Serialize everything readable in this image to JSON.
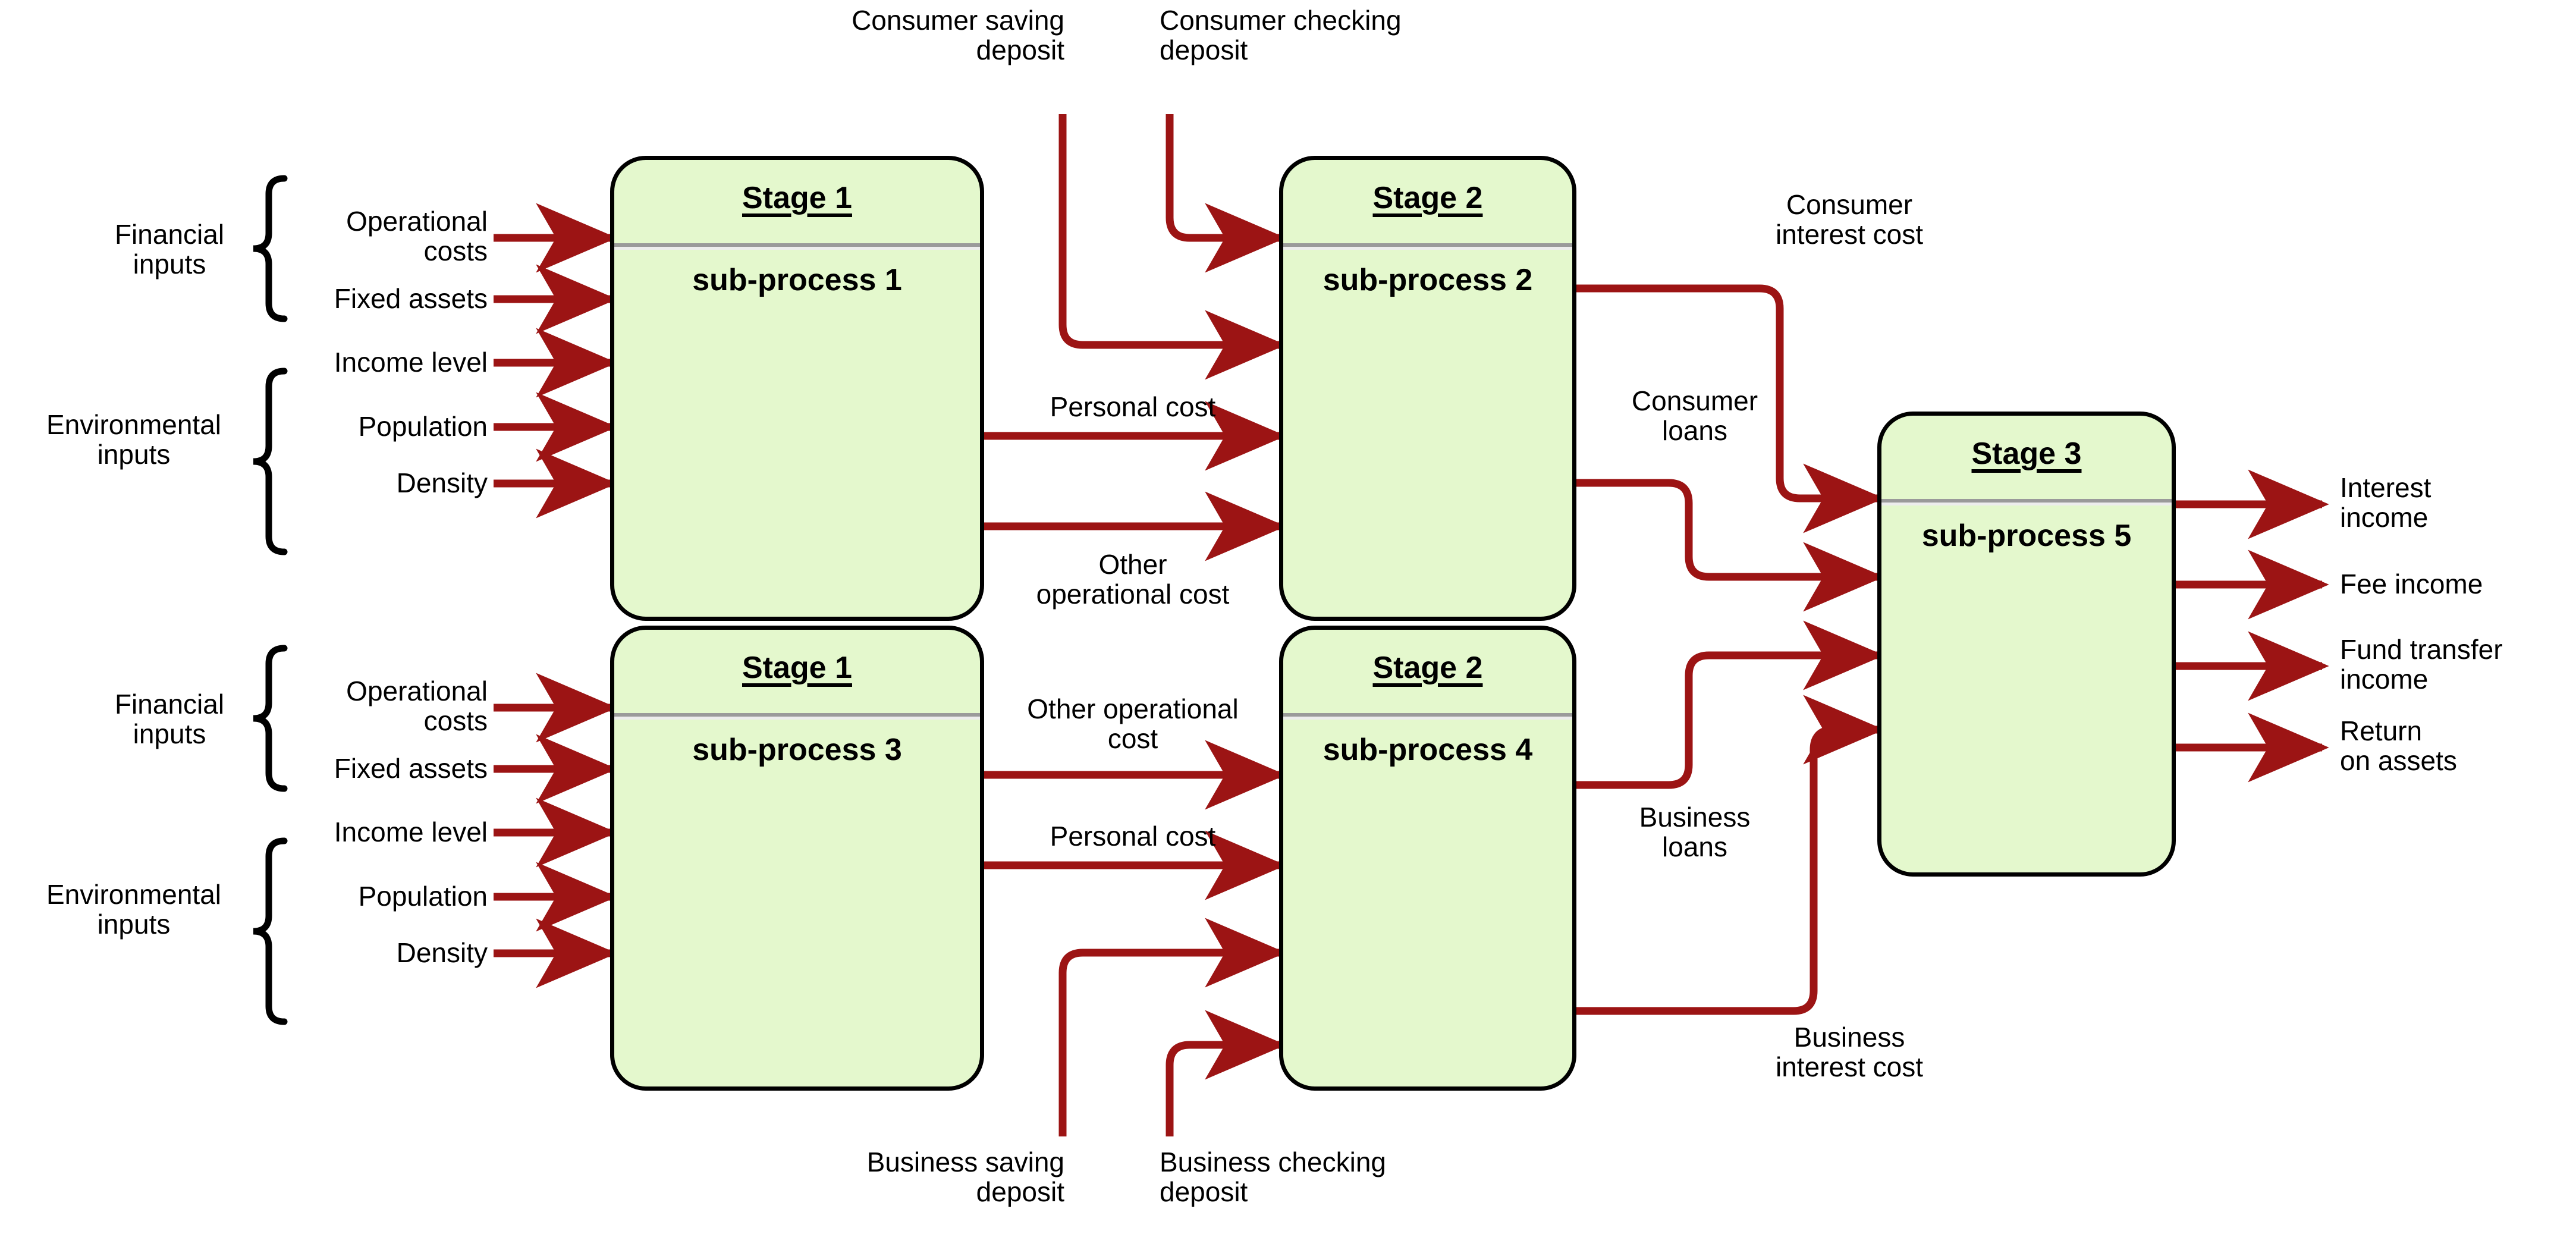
{
  "diagram": {
    "title": "Two-stage / three-stage bank production network",
    "colors": {
      "node_fill": "#e4f8cd",
      "node_border": "#000000",
      "arrow": "#9c1414",
      "divider": "#9a9a9a",
      "text": "#000000",
      "background": "#ffffff"
    }
  },
  "nodes": [
    {
      "id": "sp1",
      "stage": "Stage 1",
      "sub": "sub-process 1"
    },
    {
      "id": "sp2",
      "stage": "Stage 2",
      "sub": "sub-process 2"
    },
    {
      "id": "sp3",
      "stage": "Stage 1",
      "sub": "sub-process 3"
    },
    {
      "id": "sp4",
      "stage": "Stage 2",
      "sub": "sub-process 4"
    },
    {
      "id": "sp5",
      "stage": "Stage 3",
      "sub": "sub-process 5"
    }
  ],
  "input_groups": [
    {
      "id": "top",
      "financial_label": "Financial\ninputs",
      "environmental_label": "Environmental\ninputs",
      "financial_items": [
        "Operational\ncosts",
        "Fixed assets"
      ],
      "environmental_items": [
        "Income level",
        "Population",
        "Density"
      ]
    },
    {
      "id": "bottom",
      "financial_label": "Financial\ninputs",
      "environmental_label": "Environmental\ninputs",
      "financial_items": [
        "Operational\ncosts",
        "Fixed assets"
      ],
      "environmental_items": [
        "Income level",
        "Population",
        "Density"
      ]
    }
  ],
  "external_inputs": [
    {
      "id": "cons-saving",
      "label": "Consumer saving\ndeposit",
      "target": "sub-process 2"
    },
    {
      "id": "cons-checking",
      "label": "Consumer checking\ndeposit",
      "target": "sub-process 2"
    },
    {
      "id": "bus-saving",
      "label": "Business saving\ndeposit",
      "target": "sub-process 4"
    },
    {
      "id": "bus-checking",
      "label": "Business checking\ndeposit",
      "target": "sub-process 4"
    }
  ],
  "intermediate_flows": [
    {
      "id": "f1",
      "label": "Personal cost",
      "from": "sub-process 1",
      "to": "sub-process 2"
    },
    {
      "id": "f2",
      "label": "Other\noperational cost",
      "from": "sub-process 1",
      "to": "sub-process 2"
    },
    {
      "id": "f3",
      "label": "Other operational\ncost",
      "from": "sub-process 3",
      "to": "sub-process 4"
    },
    {
      "id": "f4",
      "label": "Personal cost",
      "from": "sub-process 3",
      "to": "sub-process 4"
    },
    {
      "id": "f5",
      "label": "Consumer\ninterest cost",
      "from": "sub-process 2",
      "to": "sub-process 5"
    },
    {
      "id": "f6",
      "label": "Consumer\nloans",
      "from": "sub-process 2",
      "to": "sub-process 5"
    },
    {
      "id": "f7",
      "label": "Business\nloans",
      "from": "sub-process 4",
      "to": "sub-process 5"
    },
    {
      "id": "f8",
      "label": "Business\ninterest cost",
      "from": "sub-process 4",
      "to": "sub-process 5"
    }
  ],
  "outputs": [
    {
      "id": "o1",
      "label": "Interest\nincome"
    },
    {
      "id": "o2",
      "label": "Fee income"
    },
    {
      "id": "o3",
      "label": "Fund transfer\nincome"
    },
    {
      "id": "o4",
      "label": "Return\non assets"
    }
  ]
}
